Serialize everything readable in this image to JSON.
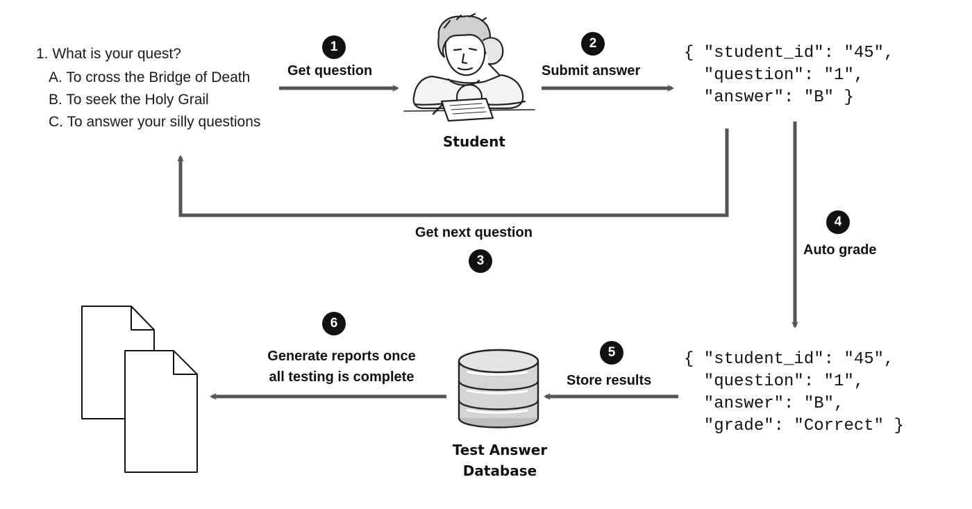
{
  "question": {
    "text": "1. What is your quest?",
    "options": [
      "A. To cross the Bridge of Death",
      "B. To seek the Holy Grail",
      "C. To answer your silly questions"
    ]
  },
  "steps": [
    {
      "number": "1",
      "label": "Get question"
    },
    {
      "number": "2",
      "label": "Submit answer"
    },
    {
      "number": "3",
      "label": "Get next question"
    },
    {
      "number": "4",
      "label": "Auto grade"
    },
    {
      "number": "5",
      "label": "Store results"
    },
    {
      "number": "6",
      "label_lines": [
        "Generate reports once",
        "all testing is complete"
      ]
    }
  ],
  "actors": {
    "student": "Student",
    "database": [
      "Test Answer",
      "Database"
    ]
  },
  "json_submit": [
    "{ \"student_id\": \"45\",",
    "  \"question\": \"1\",",
    "  \"answer\": \"B\" }"
  ],
  "json_graded": [
    "{ \"student_id\": \"45\",",
    "  \"question\": \"1\",",
    "  \"answer\": \"B\",",
    "  \"grade\": \"Correct\" }"
  ],
  "colors": {
    "arrow": "#555555",
    "badge": "#111111",
    "ink": "#1a1a1a"
  },
  "icons": {
    "student": "student-at-desk-illustration",
    "database": "database-cylinder-icon",
    "reports": "stacked-documents-icon"
  }
}
